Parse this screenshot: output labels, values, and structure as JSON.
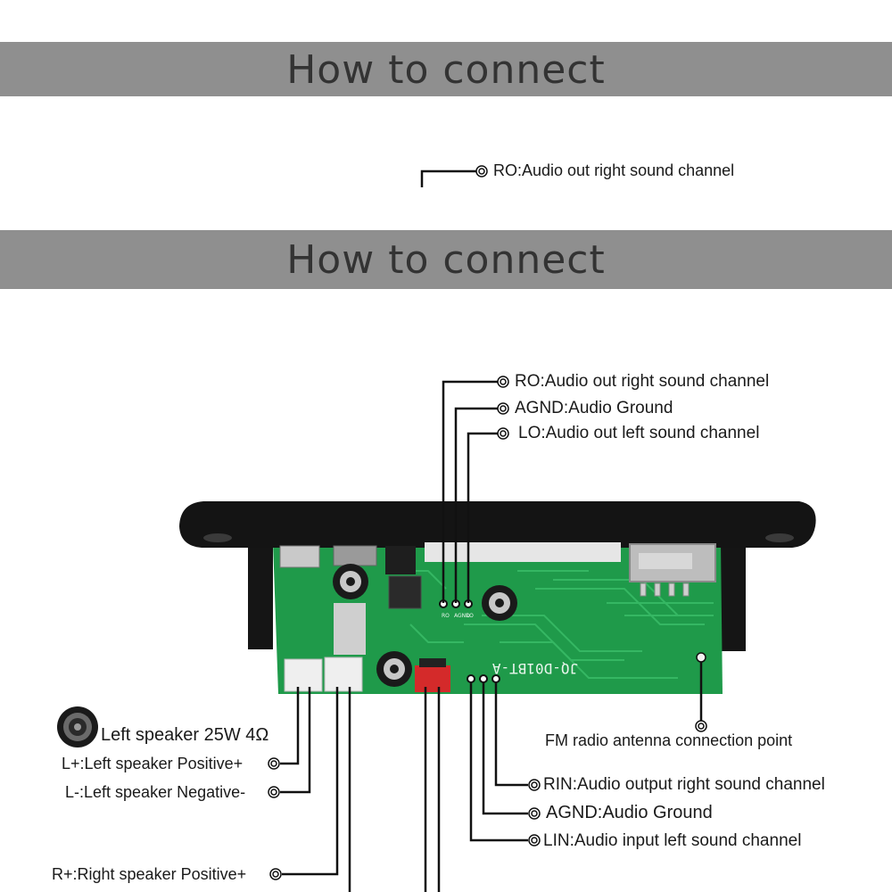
{
  "banners": {
    "top": "How to connect",
    "second": "How to connect"
  },
  "labels": {
    "ro_top": "RO:Audio out right sound channel",
    "ro": "RO:Audio out right sound channel",
    "agnd_out": "AGND:Audio Ground",
    "lo": "LO:Audio out left sound channel",
    "left_speaker": "Left speaker 25W 4Ω",
    "l_pos": "L+:Left speaker Positive+",
    "l_neg": "L-:Left speaker Negative-",
    "r_pos": "R+:Right speaker Positive+",
    "fm": "FM radio antenna connection point",
    "rin": "RIN:Audio output right sound channel",
    "agnd_in": "AGND:Audio Ground",
    "lin": "LIN:Audio input left sound channel"
  },
  "board": {
    "model_silk": "JQ-D01BT-A",
    "pin_silk": [
      "RO",
      "AGND",
      "LO"
    ],
    "colors": {
      "pcb": "#1f9a4a",
      "bezel": "#141414",
      "banner": "#8f8f8f",
      "banner_text": "#333333",
      "power_connector": "#d42a2a"
    }
  },
  "icons": {
    "marker": "concentric-circle-marker",
    "speaker": "speaker-icon"
  }
}
